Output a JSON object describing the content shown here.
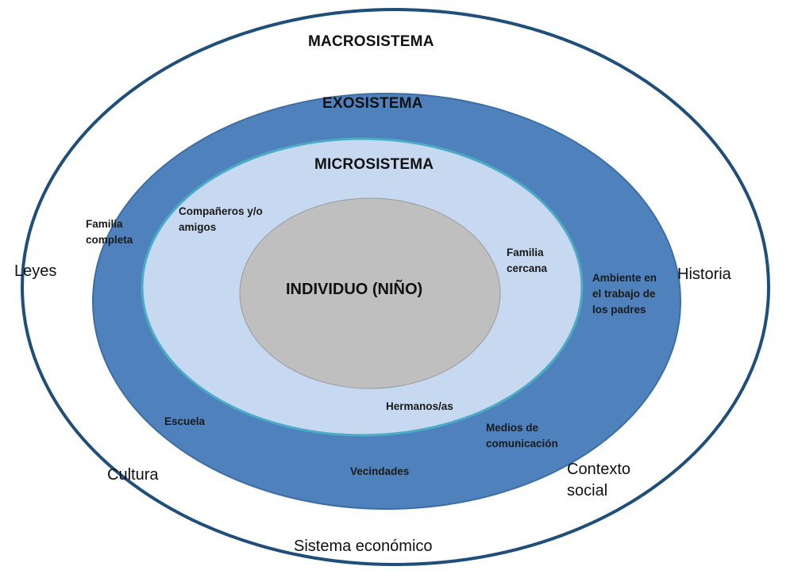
{
  "colors": {
    "macro_fill": "#ffffff",
    "macro_stroke": "#1f4e79",
    "exo_fill": "#4f81bd",
    "micro_fill": "#c6d9f1",
    "micro_stroke": "#4bacc6",
    "individual_fill": "#bfbfbf"
  },
  "layers": {
    "macro": {
      "title": "MACROSISTEMA",
      "items": [
        "Leyes",
        "Historia",
        "Cultura",
        "Contexto social",
        "Sistema económico"
      ]
    },
    "exo": {
      "title": "EXOSISTEMA",
      "items": [
        "Familia completa",
        "Ambiente en el trabajo de los padres",
        "Escuela",
        "Medios de comunicación",
        "Vecindades"
      ]
    },
    "micro": {
      "title": "MICROSISTEMA",
      "items": [
        "Compañeros y/o amigos",
        "Familia cercana",
        "Hermanos/as"
      ]
    },
    "individual": {
      "title": "INDIVIDUO (NIÑO)"
    }
  }
}
